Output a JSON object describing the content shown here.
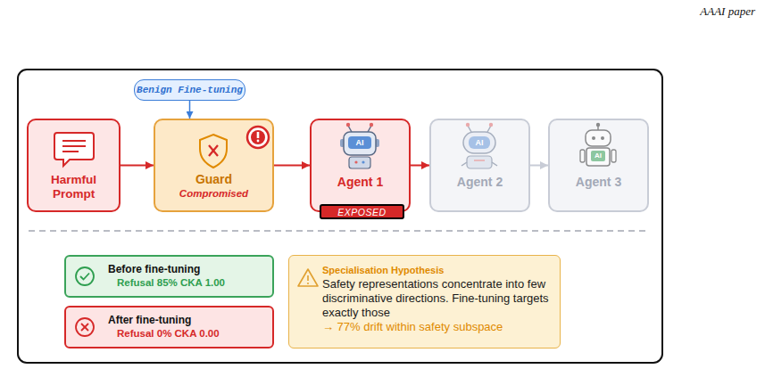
{
  "diagram": {
    "nodes": [
      {
        "text": [
          "Benign Fine-tuning"
        ]
      },
      {
        "text": [
          "Harmful Prompt"
        ]
      },
      {
        "text": [
          "Guard",
          "Compromised"
        ]
      },
      {
        "text": [
          "Agent 1"
        ]
      },
      {
        "text": [
          "EXPOSED"
        ],
        "in": 3
      },
      {
        "text": [
          "Agent 2"
        ]
      },
      {
        "text": [
          "Agent 3"
        ]
      },
      {
        "text": [
          "Before fine-tuning",
          "Refusal 85% CKA 1.00"
        ]
      },
      {
        "text": [
          "After fine-tuning",
          "Refusal 0% CKA 0.00"
        ]
      },
      {
        "text": [
          "Specialisation Hypothesis",
          "Safety representations concentrate into few discriminative directions. Fine-tuning targets exactly those",
          "→ 77% drift within safety subspace"
        ]
      }
    ],
    "edges": [
      {
        "from": 0,
        "to": 2,
        "arrow": "to"
      },
      {
        "from": 1,
        "to": 2,
        "arrow": "to"
      },
      {
        "from": 2,
        "to": 3,
        "arrow": "to"
      },
      {
        "from": 3,
        "to": 5,
        "arrow": "to"
      },
      {
        "from": 5,
        "to": 6,
        "arrow": "to"
      }
    ],
    "labels": [
      "AAAI paper",
      "AI",
      "AI",
      "AI"
    ]
  }
}
